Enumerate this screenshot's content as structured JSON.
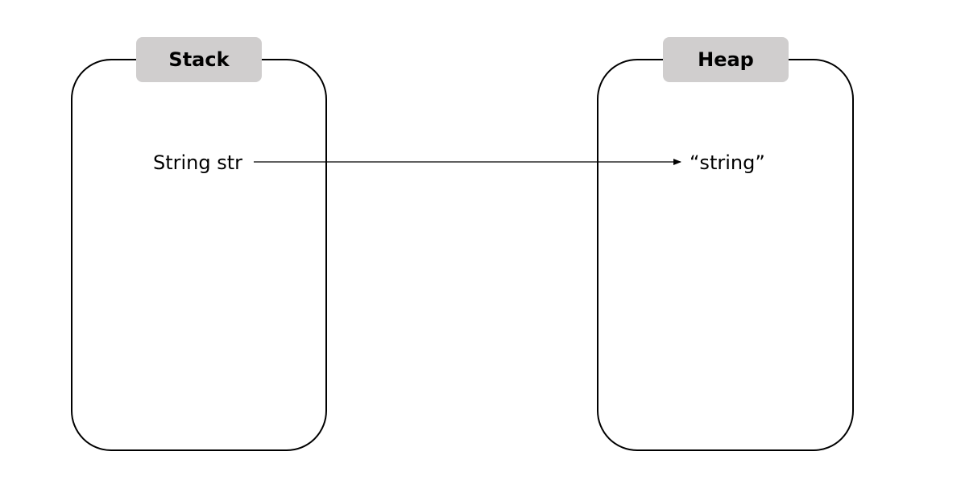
{
  "diagram": {
    "stack": {
      "title": "Stack",
      "variable": "String str"
    },
    "heap": {
      "title": "Heap",
      "value": "“string”"
    },
    "colors": {
      "tab_fill": "#d0cece",
      "stroke": "#000000",
      "background": "#ffffff"
    }
  }
}
